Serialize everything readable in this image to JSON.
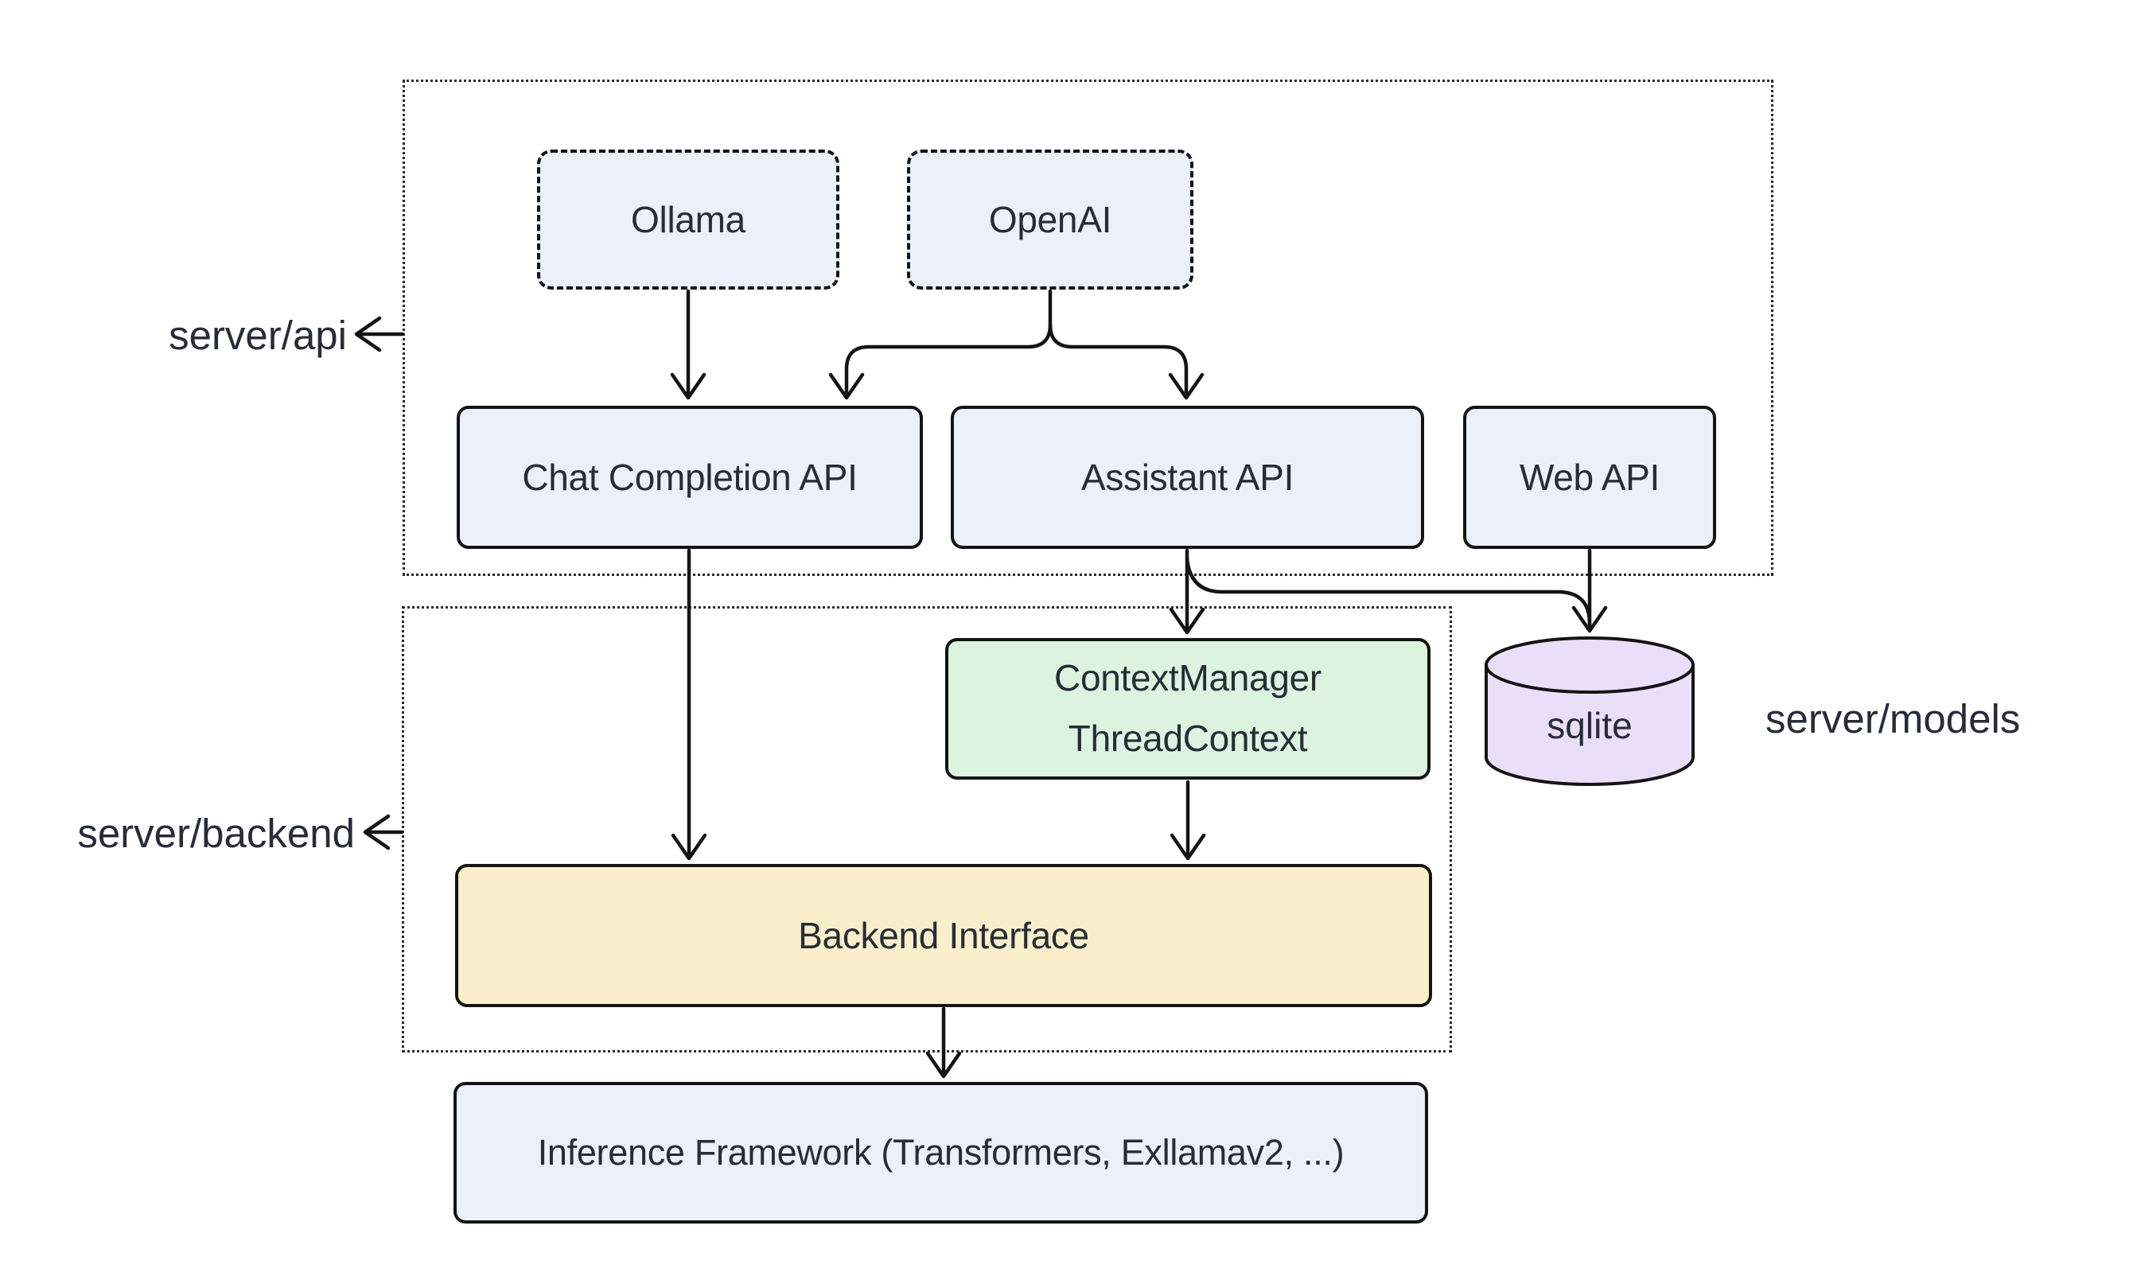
{
  "groups": {
    "api": {
      "label": "server/api"
    },
    "backend": {
      "label": "server/backend"
    },
    "models": {
      "label": "server/models"
    }
  },
  "nodes": {
    "ollama": {
      "label": "Ollama"
    },
    "openai": {
      "label": "OpenAI"
    },
    "chat_completion": {
      "label": "Chat Completion API"
    },
    "assistant": {
      "label": "Assistant API"
    },
    "web": {
      "label": "Web API"
    },
    "context_manager": {
      "line1": "ContextManager",
      "line2": "ThreadContext"
    },
    "backend_interface": {
      "label": "Backend Interface"
    },
    "inference": {
      "label": "Inference Framework (Transformers, Exllamav2, ...)"
    },
    "sqlite": {
      "label": "sqlite"
    }
  },
  "colors": {
    "node_blue": "#EBF0FA",
    "node_green": "#DCF3DF",
    "node_yellow": "#FBEFCB",
    "node_purple": "#EADEF8",
    "border": "#141414",
    "container_border": "#2a2a2a",
    "text": "#262c38",
    "bg": "#ffffff"
  }
}
